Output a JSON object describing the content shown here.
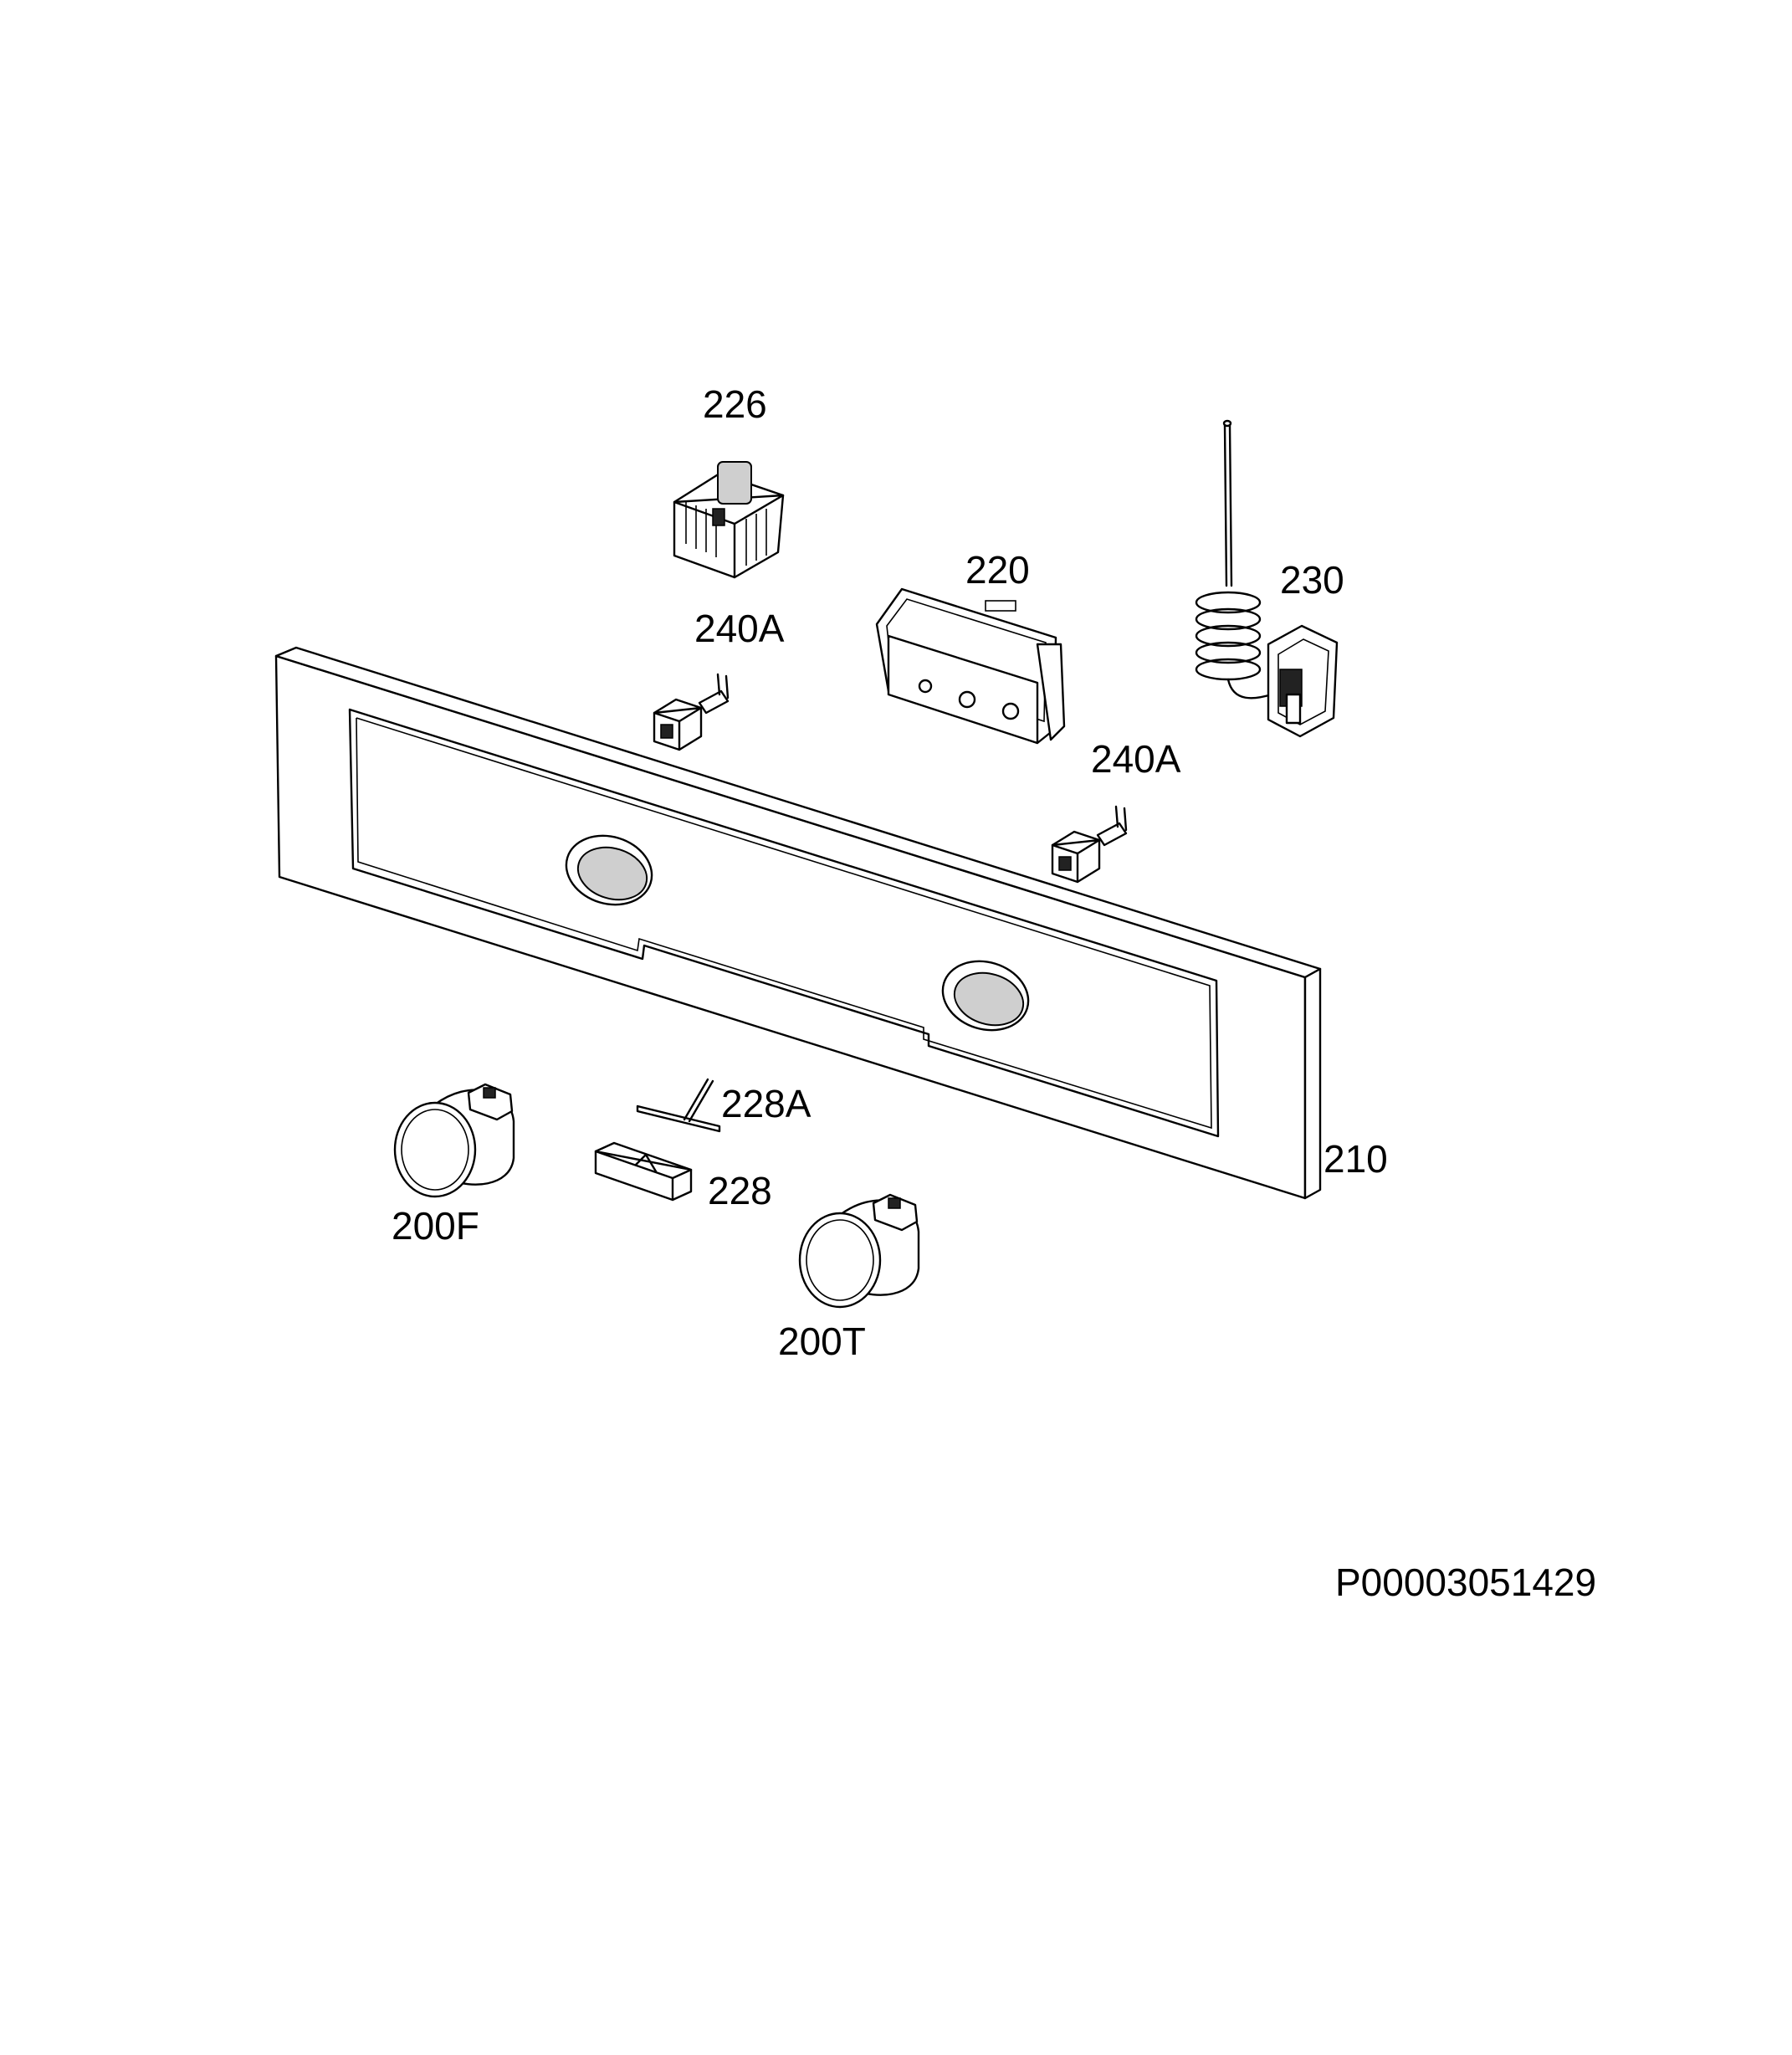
{
  "parts": {
    "p226": "226",
    "p220": "220",
    "p230": "230",
    "p240a_top": "240A",
    "p240a_right": "240A",
    "p228a": "228A",
    "p228": "228",
    "p210": "210",
    "p200f": "200F",
    "p200t": "200T"
  },
  "diagram_code": "P00003051429"
}
